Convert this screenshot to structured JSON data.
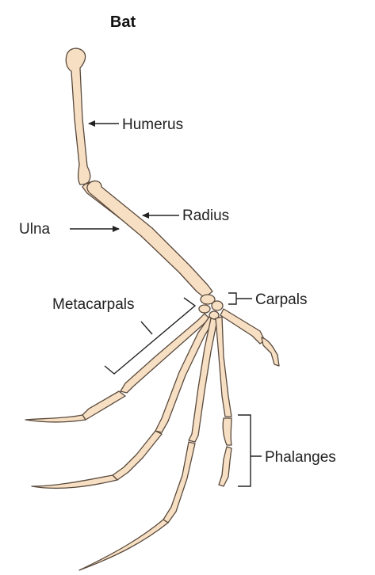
{
  "title": "Bat",
  "labels": {
    "humerus": "Humerus",
    "radius": "Radius",
    "ulna": "Ulna",
    "carpals": "Carpals",
    "metacarpals": "Metacarpals",
    "phalanges": "Phalanges"
  },
  "colors": {
    "bone_fill": "#f7dfc4",
    "bone_outline": "#5a4a3c",
    "text": "#222222"
  }
}
